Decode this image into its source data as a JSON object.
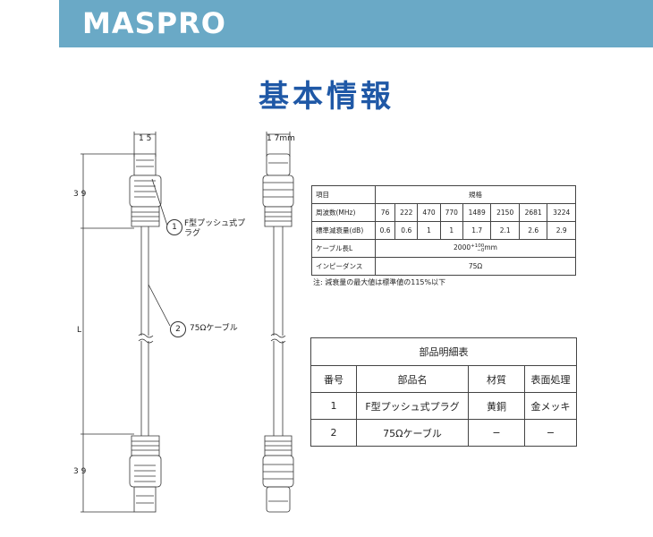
{
  "header": {
    "logo": "MASPRO",
    "bg_color": "#6aa9c6"
  },
  "title": "基本情報",
  "title_color": "#1f58a6",
  "drawing": {
    "dim_width_left": "1 5",
    "dim_width_right": "1 7mm",
    "dim_top": "3 9",
    "dim_middle": "L",
    "dim_bottom": "3 9",
    "callouts": [
      {
        "num": "1",
        "label_line1": "F型プッシュ式プ",
        "label_line2": "ラグ"
      },
      {
        "num": "2",
        "label": "75Ωケーブル"
      }
    ]
  },
  "spec_table": {
    "header": {
      "item": "項目",
      "spec": "規格"
    },
    "freq_label": "周波数(MHz)",
    "freqs": [
      "76",
      "222",
      "470",
      "770",
      "1489",
      "2150",
      "2681",
      "3224"
    ],
    "atten_label": "標準減衰量(dB)",
    "atten": [
      "0.6",
      "0.6",
      "1",
      "1",
      "1.7",
      "2.1",
      "2.6",
      "2.9"
    ],
    "length_label": "ケーブル長L",
    "length_value": "2000",
    "length_tol_plus": "+100",
    "length_tol_minus": "−0",
    "length_unit": "mm",
    "impedance_label": "インピーダンス",
    "impedance_value": "75Ω"
  },
  "note": "注: 減衰量の最大値は標準値の115%以下",
  "parts_table": {
    "caption": "部品明細表",
    "headers": [
      "番号",
      "部品名",
      "材質",
      "表面処理"
    ],
    "rows": [
      [
        "1",
        "F型プッシュ式プラグ",
        "黄銅",
        "金メッキ"
      ],
      [
        "2",
        "75Ωケーブル",
        "−",
        "−"
      ]
    ]
  }
}
